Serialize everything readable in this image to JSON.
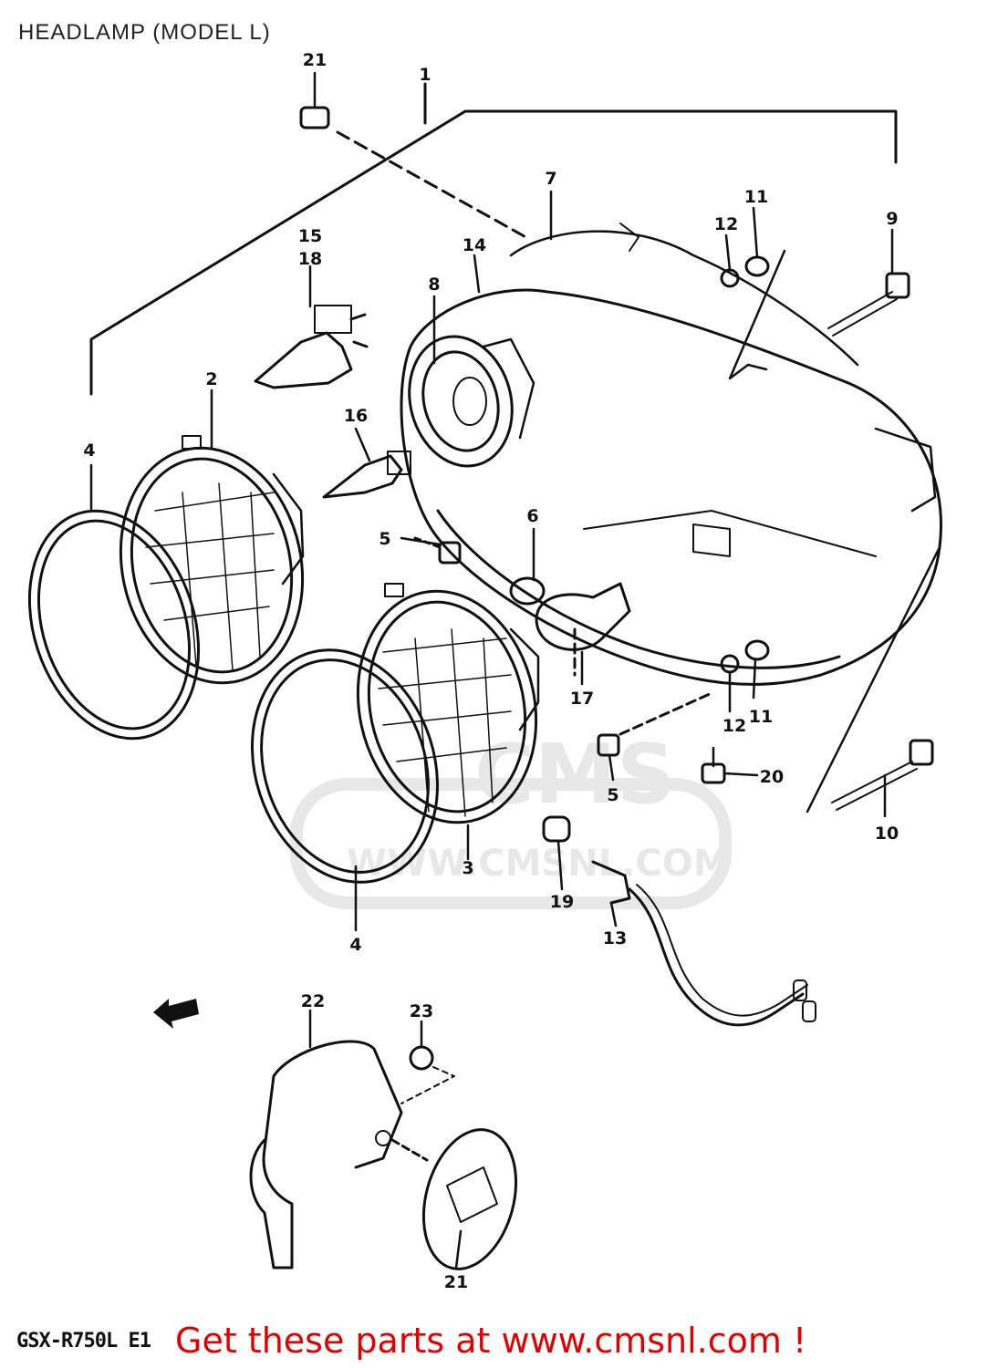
{
  "title": "HEADLAMP (MODEL L)",
  "model_code": "GSX-R750L E1",
  "cta_text": "Get these parts at www.cmsnl.com !",
  "cta_color": "#e00000",
  "watermark": {
    "logo": "CMS",
    "url": "WWW.CMSNL.COM"
  },
  "callouts": {
    "c1": "1",
    "c2": "2",
    "c3": "3",
    "c4a": "4",
    "c4b": "4",
    "c5a": "5",
    "c5b": "5",
    "c6": "6",
    "c7": "7",
    "c8": "8",
    "c9": "9",
    "c10": "10",
    "c11a": "11",
    "c11b": "11",
    "c12a": "12",
    "c12b": "12",
    "c13": "13",
    "c14": "14",
    "c15": "15",
    "c16": "16",
    "c17": "17",
    "c18": "18",
    "c19": "19",
    "c20": "20",
    "c21a": "21",
    "c21b": "21",
    "c22": "22",
    "c23": "23"
  },
  "front_arrow_icon": "front-direction-arrow-icon"
}
